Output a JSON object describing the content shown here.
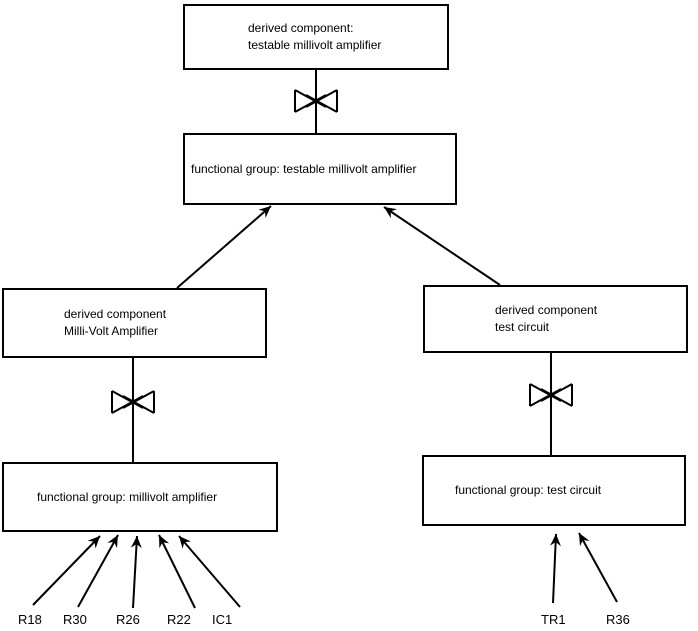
{
  "colors": {
    "background": "#ffffff",
    "line": "#000000",
    "text": "#000000"
  },
  "boxes": {
    "top_derived": {
      "line1": "derived component:",
      "line2": "testable millivolt amplifier"
    },
    "top_functional": {
      "label": "functional group: testable millivolt amplifier"
    },
    "left_derived": {
      "line1": "derived component",
      "line2": "Milli-Volt Amplifier"
    },
    "right_derived": {
      "line1": "derived component",
      "line2": "test circuit"
    },
    "left_functional": {
      "label": "functional group: millivolt amplifier"
    },
    "right_functional": {
      "label": "functional group: test circuit"
    }
  },
  "component_labels": {
    "left": [
      "R18",
      "R30",
      "R26",
      "R22",
      "IC1"
    ],
    "right": [
      "TR1",
      "R36"
    ]
  }
}
